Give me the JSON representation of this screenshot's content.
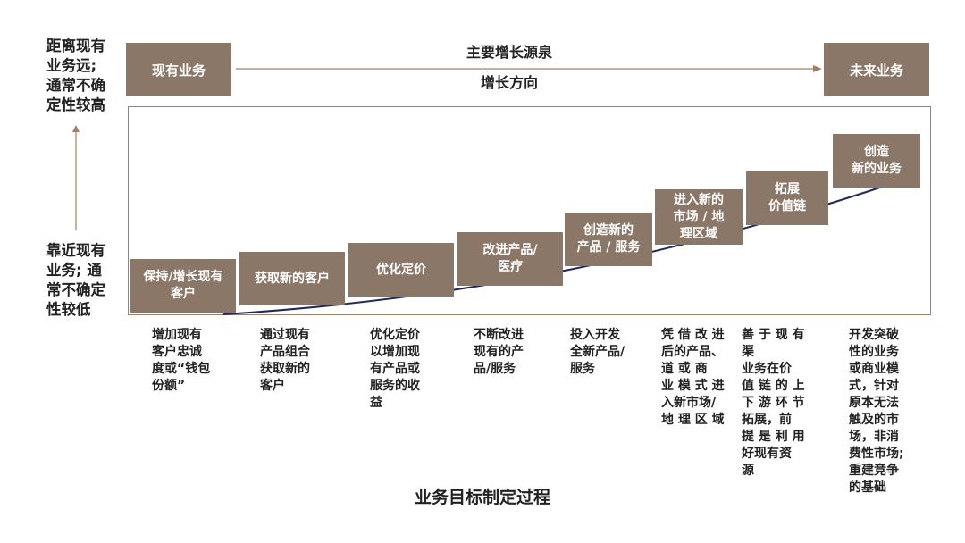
{
  "left_axis": {
    "top_label": "距离现有\n业务远;\n通常不确\n定性较高",
    "bottom_label": "靠近现有\n业务; 通\n常不确定\n性较低"
  },
  "header": {
    "left_box": "现有业务",
    "right_box": "未来业务",
    "main_label": "主要增长源泉",
    "direction_label": "增长方向"
  },
  "steps": [
    {
      "label": "保持/增长现有\n客户",
      "description": "增加现有\n客户忠诚\n度或“钱包\n份额”"
    },
    {
      "label": "获取新的客户",
      "description": "通过现有\n产品组合\n获取新的\n客户"
    },
    {
      "label": "优化定价",
      "description": "优化定价\n以增加现\n有产品或\n服务的收\n益"
    },
    {
      "label": "改进产品/\n医疗",
      "description": "不断改进\n现有的产\n品/服务"
    },
    {
      "label": "创造新的\n产品 / 服务",
      "description": "投入开发\n全新产品/\n服务"
    },
    {
      "label": "进入新的\n市场 / 地\n理区域",
      "description": "凭 借 改 进\n后的产品、\n道 或 商\n业 模 式 进\n入新市场/\n地 理 区 域"
    },
    {
      "label": "拓展\n价值链",
      "description": "善 于 现 有 渠\n业务在价\n值 链 的 上\n下 游 环 节\n拓展，前\n提 是 利 用\n好现有资\n源"
    },
    {
      "label": "创造\n新的业务",
      "description": "开发突破\n性的业务\n或商业模\n式，针对\n原本无法\n触及的市\n场，非消\n费性市场;\n重建竞争\n的基础"
    }
  ],
  "footer_title": "业务目标制定过程"
}
